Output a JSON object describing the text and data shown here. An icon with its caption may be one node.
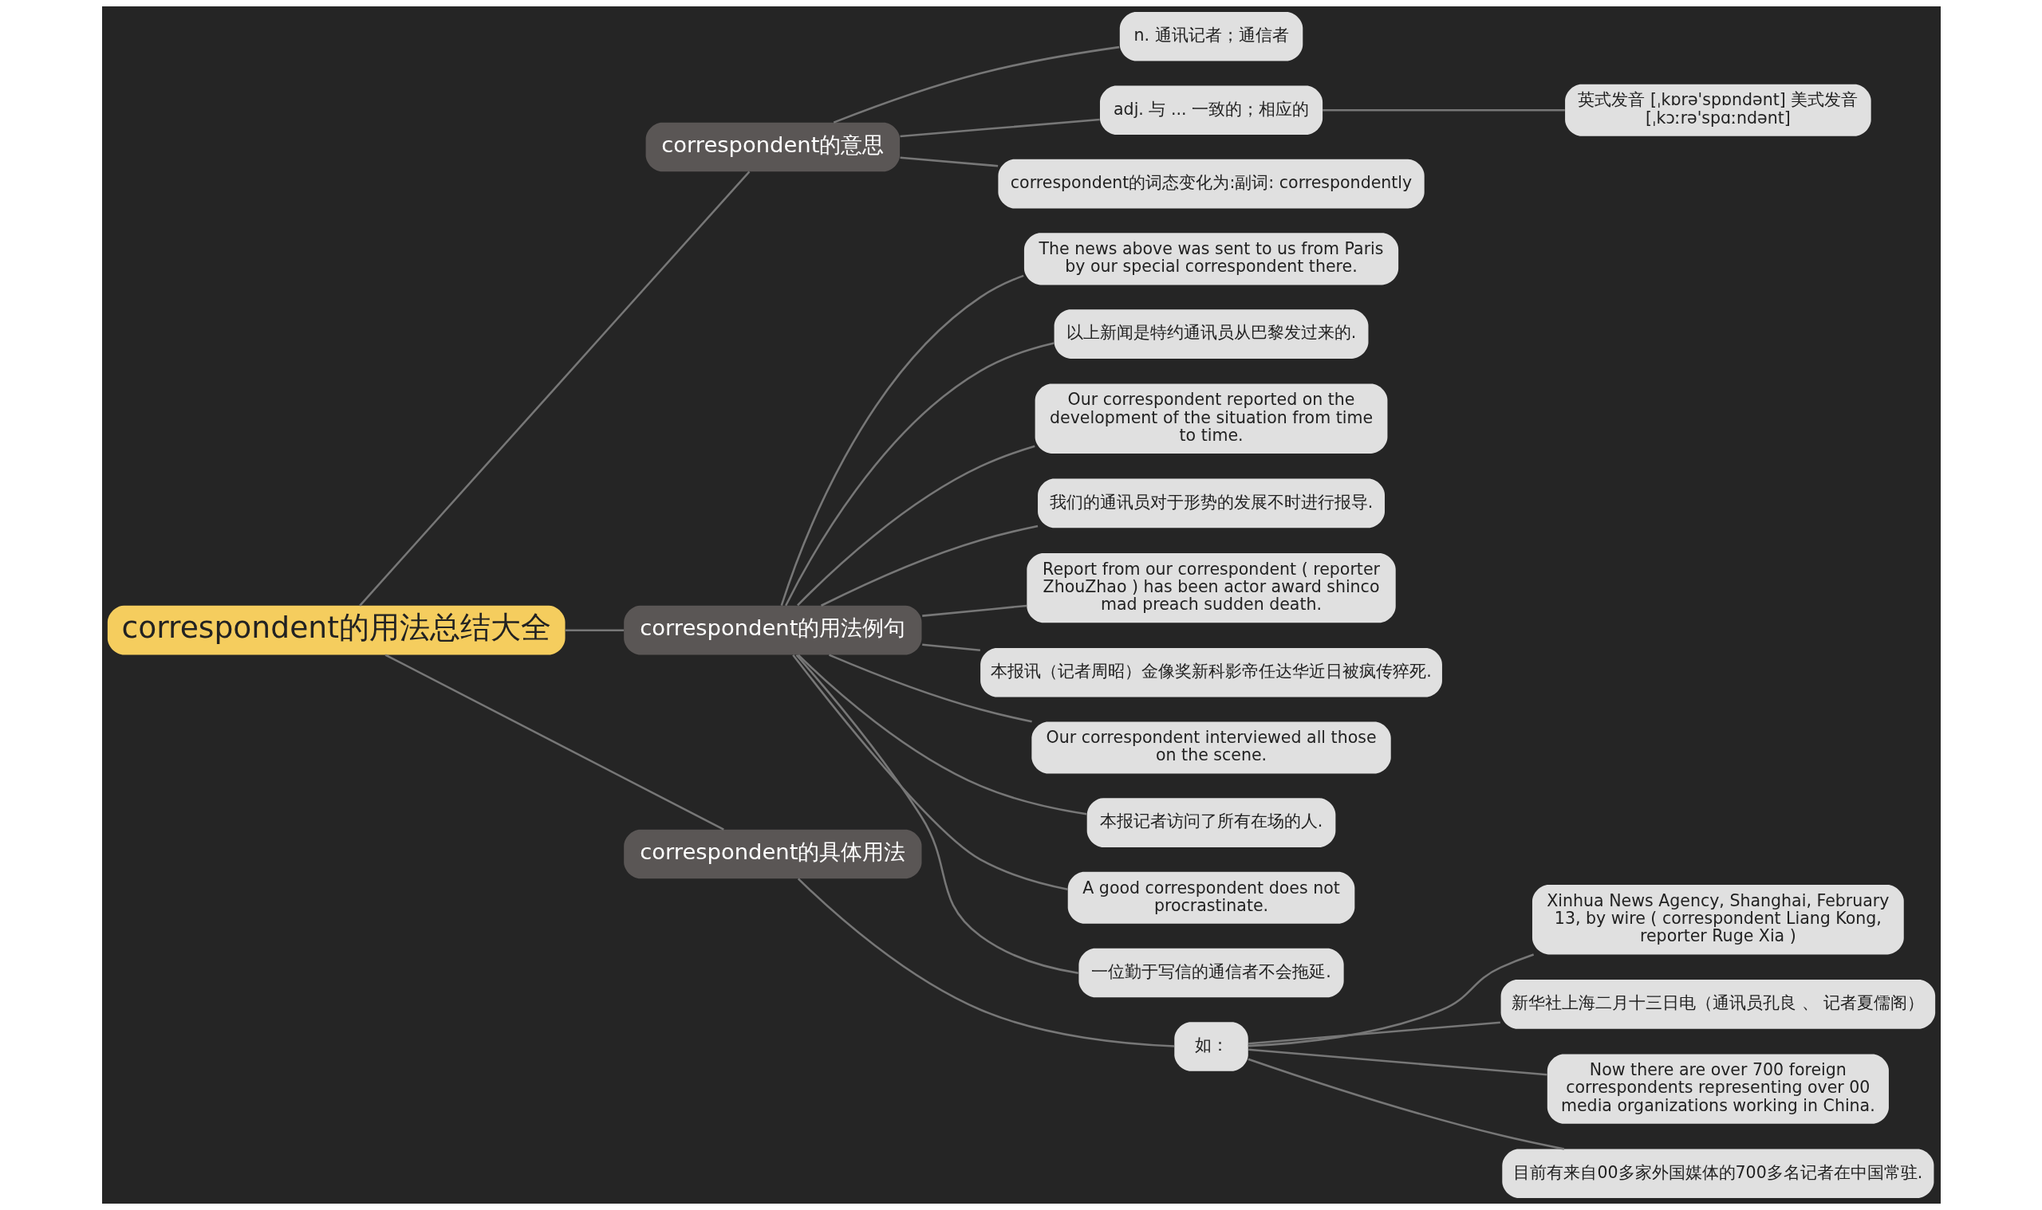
{
  "diagram": {
    "nodes": [
      {
        "text": [
          "correspondent的用法总结大全"
        ]
      },
      {
        "text": [
          "correspondent的意思"
        ]
      },
      {
        "text": [
          "n. 通讯记者；通信者"
        ]
      },
      {
        "text": [
          "adj. 与 ... 一致的；相应的"
        ]
      },
      {
        "text": [
          "英式发音 [ˌkɒrə'spɒndənt] 美式发音 [ˌkɔːrə'spɑːndənt]"
        ]
      },
      {
        "text": [
          "correspondent的词态变化为:副词: correspondently"
        ]
      },
      {
        "text": [
          "correspondent的用法例句"
        ]
      },
      {
        "text": [
          "The news above was sent to us from Paris by our special correspondent there."
        ]
      },
      {
        "text": [
          "以上新闻是特约通讯员从巴黎发过来的."
        ]
      },
      {
        "text": [
          "Our correspondent reported on the development of the situation from time to time."
        ]
      },
      {
        "text": [
          "我们的通讯员对于形势的发展不时进行报导."
        ]
      },
      {
        "text": [
          "Report from our correspondent ( reporter ZhouZhao ) has been actor award shinco mad preach sudden death."
        ]
      },
      {
        "text": [
          "本报讯（记者周昭）金像奖新科影帝任达华近日被疯传猝死."
        ]
      },
      {
        "text": [
          "Our correspondent interviewed all those on the scene."
        ]
      },
      {
        "text": [
          "本报记者访问了所有在场的人."
        ]
      },
      {
        "text": [
          "A good correspondent does not procrastinate."
        ]
      },
      {
        "text": [
          "一位勤于写信的通信者不会拖延."
        ]
      },
      {
        "text": [
          "correspondent的具体用法"
        ]
      },
      {
        "text": [
          "如："
        ]
      },
      {
        "text": [
          "Xinhua News Agency, Shanghai, February 13, by wire ( correspondent Liang Kong, reporter Ruge Xia )"
        ]
      },
      {
        "text": [
          "新华社上海二月十三日电（通讯员孔良 、 记者夏儒阁）"
        ]
      },
      {
        "text": [
          "Now there are over 700 foreign correspondents representing over 00 media organizations working in China."
        ]
      },
      {
        "text": [
          "目前有来自00多家外国媒体的700多名记者在中国常驻."
        ]
      }
    ],
    "edges": [
      {
        "from": 0,
        "to": 1,
        "arrow": "none"
      },
      {
        "from": 1,
        "to": 2,
        "arrow": "none"
      },
      {
        "from": 1,
        "to": 3,
        "arrow": "none"
      },
      {
        "from": 3,
        "to": 4,
        "arrow": "none"
      },
      {
        "from": 1,
        "to": 5,
        "arrow": "none"
      },
      {
        "from": 0,
        "to": 6,
        "arrow": "none"
      },
      {
        "from": 6,
        "to": 7,
        "arrow": "none"
      },
      {
        "from": 6,
        "to": 8,
        "arrow": "none"
      },
      {
        "from": 6,
        "to": 9,
        "arrow": "none"
      },
      {
        "from": 6,
        "to": 10,
        "arrow": "none"
      },
      {
        "from": 6,
        "to": 11,
        "arrow": "none"
      },
      {
        "from": 6,
        "to": 12,
        "arrow": "none"
      },
      {
        "from": 6,
        "to": 13,
        "arrow": "none"
      },
      {
        "from": 6,
        "to": 14,
        "arrow": "none"
      },
      {
        "from": 6,
        "to": 15,
        "arrow": "none"
      },
      {
        "from": 6,
        "to": 16,
        "arrow": "none"
      },
      {
        "from": 0,
        "to": 17,
        "arrow": "none"
      },
      {
        "from": 17,
        "to": 18,
        "arrow": "none"
      },
      {
        "from": 18,
        "to": 19,
        "arrow": "none"
      },
      {
        "from": 18,
        "to": 20,
        "arrow": "none"
      },
      {
        "from": 18,
        "to": 21,
        "arrow": "none"
      },
      {
        "from": 18,
        "to": 22,
        "arrow": "none"
      }
    ]
  }
}
